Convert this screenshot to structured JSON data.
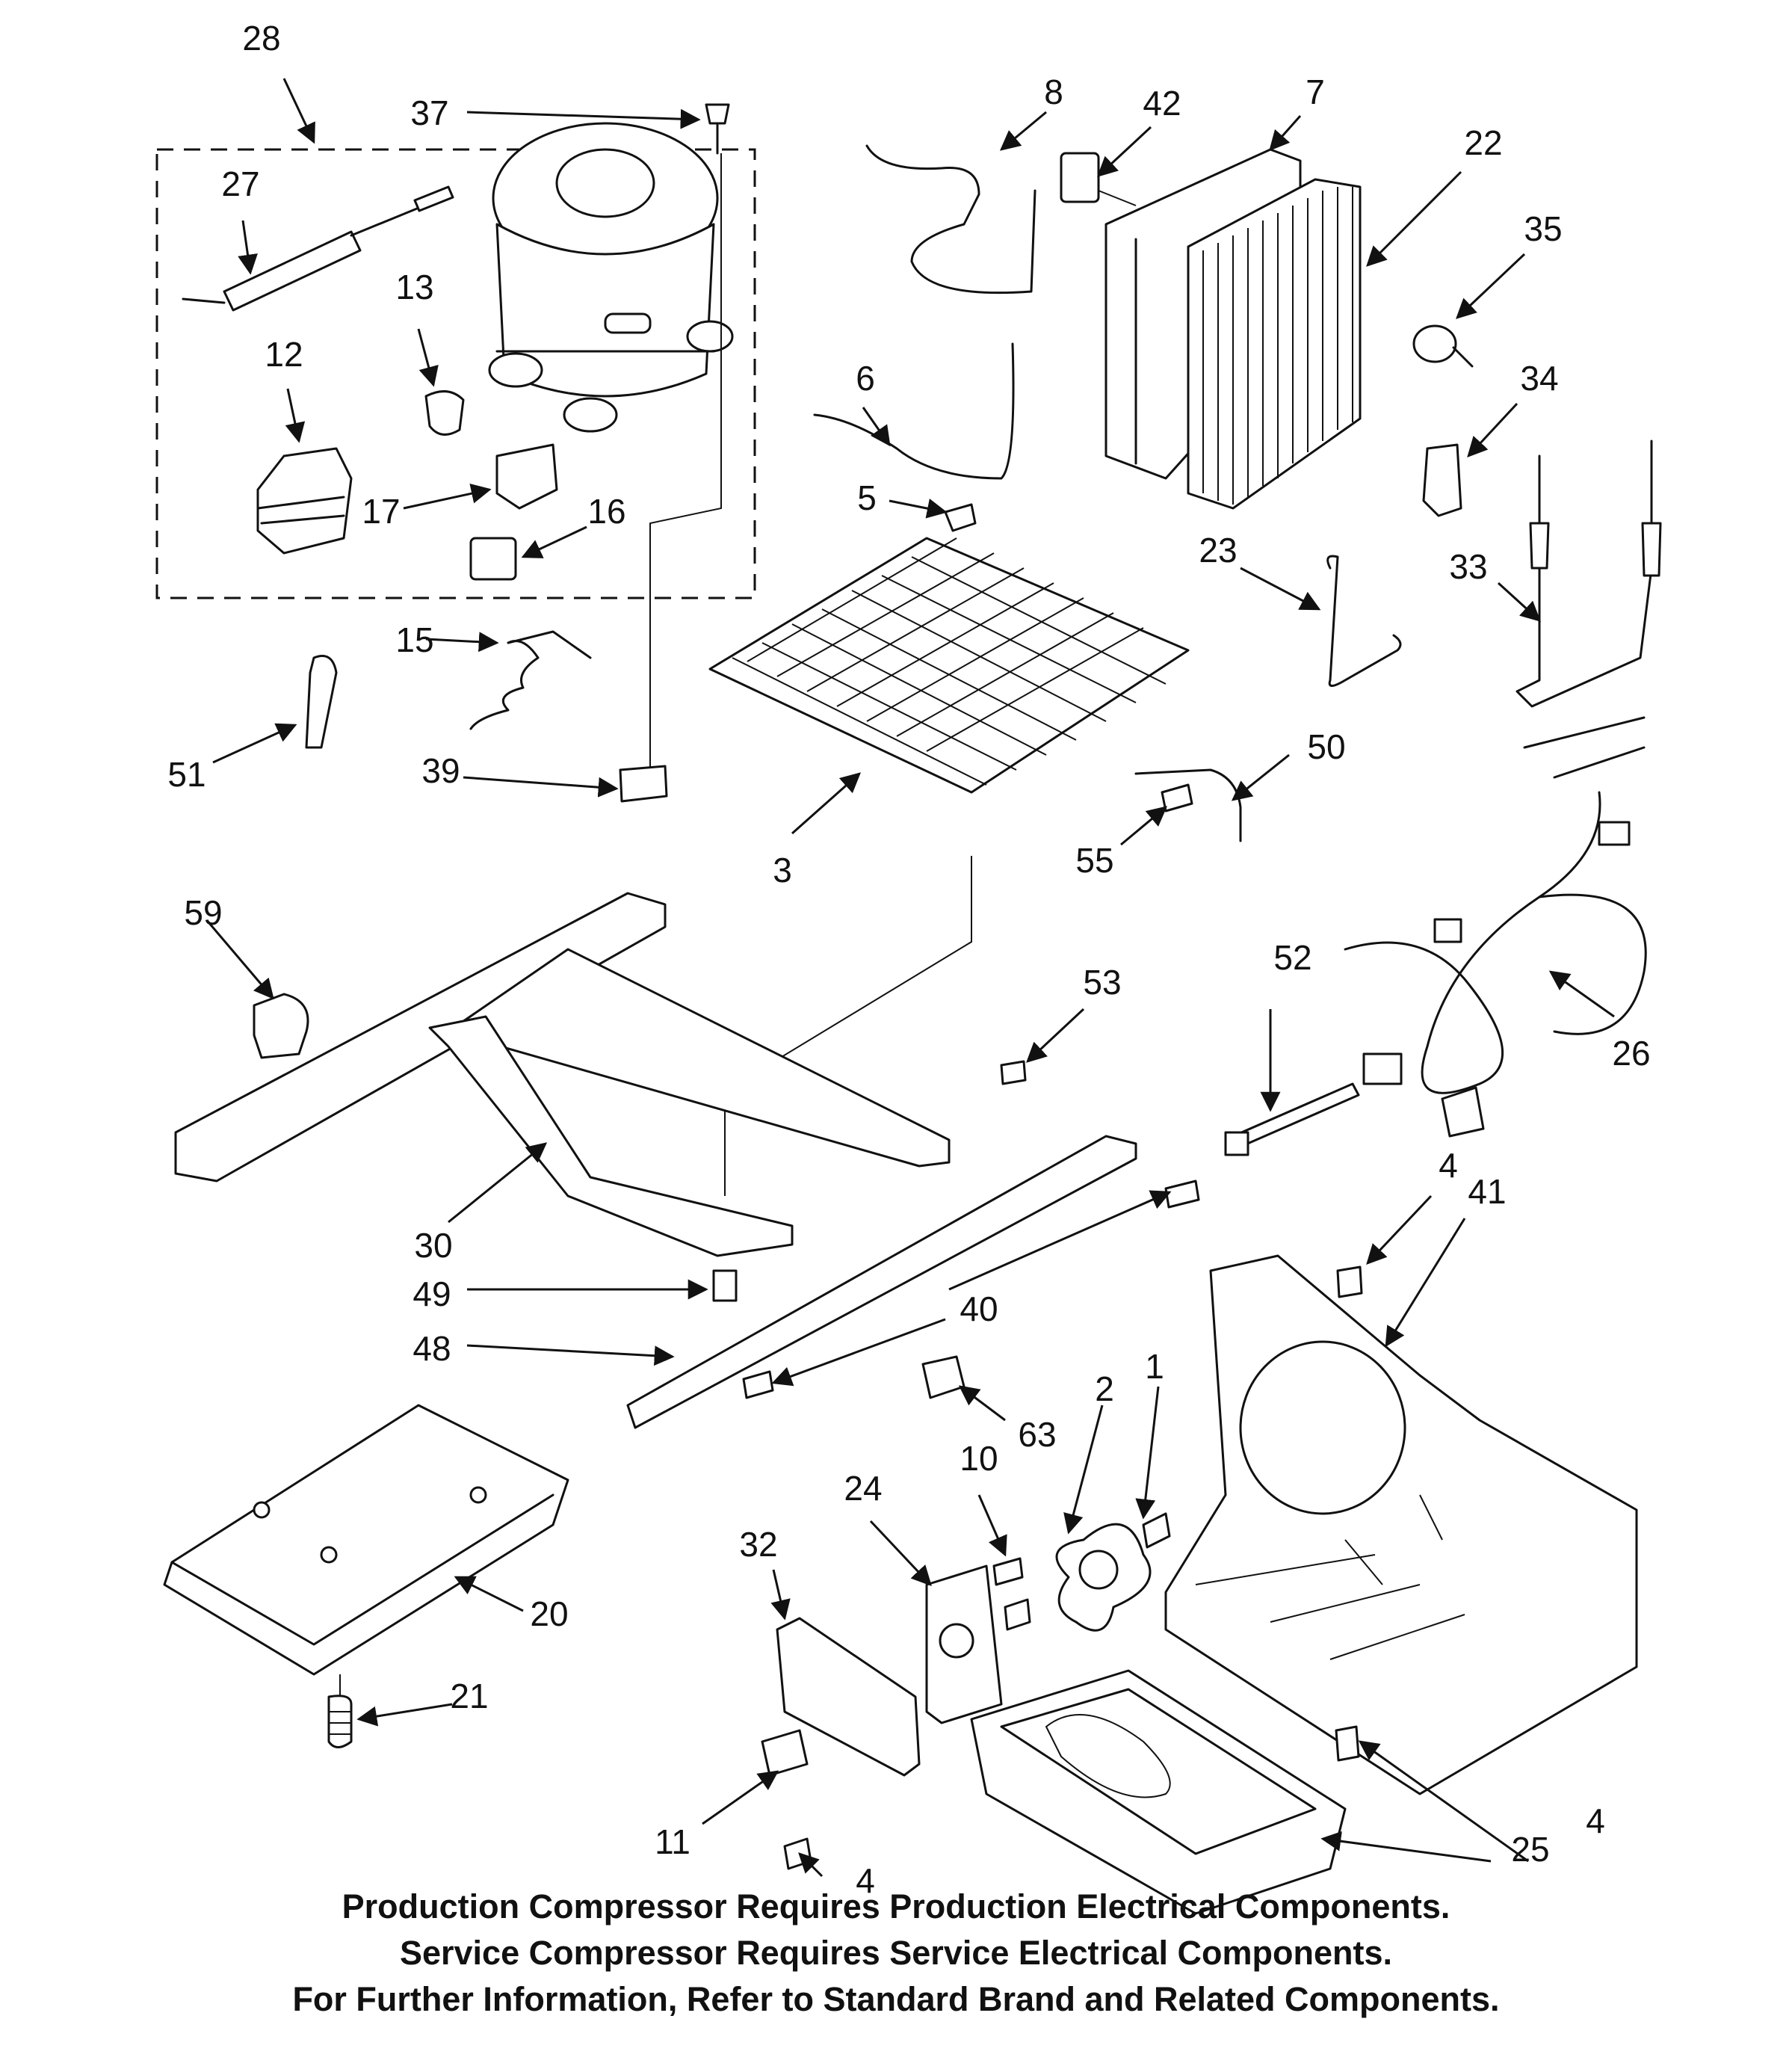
{
  "callouts": [
    "28",
    "37",
    "27",
    "13",
    "12",
    "17",
    "16",
    "8",
    "42",
    "7",
    "22",
    "35",
    "34",
    "33",
    "23",
    "6",
    "5",
    "15",
    "51",
    "39",
    "3",
    "50",
    "55",
    "59",
    "53",
    "52",
    "26",
    "30",
    "49",
    "48",
    "40",
    "4",
    "41",
    "63",
    "2",
    "1",
    "10",
    "24",
    "32",
    "20",
    "21",
    "11",
    "25"
  ],
  "notes": [
    "Production Compressor Requires Production Electrical Components.",
    "Service Compressor Requires Service Electrical Components.",
    "For Further Information, Refer to Standard Brand and Related Components."
  ]
}
